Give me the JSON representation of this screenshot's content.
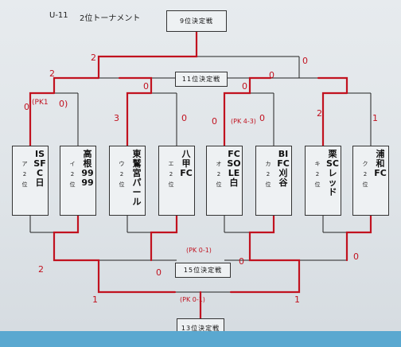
{
  "header": {
    "division": "U-11",
    "title": "2位トーナメント"
  },
  "matches": {
    "ninth": "9位決定戦",
    "eleventh": "11位決定戦",
    "fifteenth": "15位決定戦",
    "thirteenth": "13位決定戦"
  },
  "teams": [
    {
      "slot": "ア2位",
      "name": "ISSFC日"
    },
    {
      "slot": "イ2位",
      "name": "高根9999"
    },
    {
      "slot": "ウ2位",
      "name": "東鷲宮パール"
    },
    {
      "slot": "エ2位",
      "name": "八甲FC"
    },
    {
      "slot": "オ2位",
      "name": "FCSOLE白"
    },
    {
      "slot": "カ2位",
      "name": "BIFC刈谷"
    },
    {
      "slot": "キ2位",
      "name": "栗SCレッド"
    },
    {
      "slot": "ク2位",
      "name": "浦和FC"
    }
  ],
  "scores": {
    "top_left_final": "2",
    "top_right_final": "0",
    "sf1_left": "2",
    "sf1_right": "0",
    "sf2_left": "0",
    "sf2_right": "0",
    "r1_m1_left": "0",
    "r1_m1_pk": "(PK1",
    "r1_m1_right": "0)",
    "r1_m2_left": "3",
    "r1_m2_right": "0",
    "r1_m3_left": "0",
    "r1_m3_pk": "(PK 4-3)",
    "r1_m3_right": "0",
    "r1_m4_left": "2",
    "r1_m4_right": "1",
    "bot_left_a": "2",
    "bot_pk1": "(PK 0-1)",
    "bot_left_b": "0",
    "bot_right_a": "0",
    "bot_right_b": "0",
    "bot_final_left": "1",
    "bot_final_right": "1",
    "bot_pk2": "(PK 0-1)"
  }
}
